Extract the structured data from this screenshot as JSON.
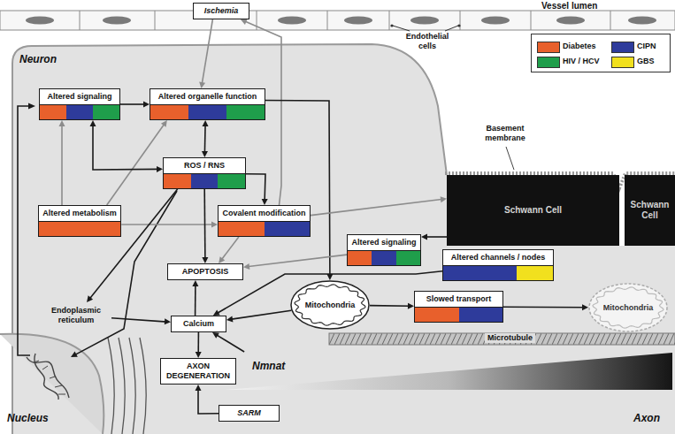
{
  "diagram": {
    "nodes": [
      {
        "text": [
          "Ischemia"
        ]
      },
      {
        "text": [
          "Altered signaling"
        ]
      },
      {
        "text": [
          "Altered organelle function"
        ]
      },
      {
        "text": [
          "ROS / RNS"
        ]
      },
      {
        "text": [
          "Altered metabolism"
        ]
      },
      {
        "text": [
          "Covalent modification"
        ]
      },
      {
        "text": [
          "Schwann Cell"
        ]
      },
      {
        "text": [
          "Schwann Cell"
        ]
      },
      {
        "text": [
          "Altered signaling"
        ]
      },
      {
        "text": [
          "Altered channels / nodes"
        ]
      },
      {
        "text": [
          "APOPTOSIS"
        ]
      },
      {
        "text": [
          "Mitochondria"
        ]
      },
      {
        "text": [
          "Slowed transport"
        ]
      },
      {
        "text": [
          "Mitochondria"
        ]
      },
      {
        "text": [
          "Endoplasmic reticulum"
        ]
      },
      {
        "text": [
          "Calcium"
        ]
      },
      {
        "text": [
          "AXON DEGENERATION"
        ]
      },
      {
        "text": [
          "Nmnat"
        ]
      },
      {
        "text": [
          "SARM"
        ]
      }
    ],
    "edges": [
      {
        "from": 0,
        "to": 2,
        "arrow": "to"
      },
      {
        "from": 5,
        "to": 0,
        "arrow": "to"
      },
      {
        "from": 4,
        "to": 1,
        "arrow": "to"
      },
      {
        "from": 4,
        "to": 2,
        "arrow": "to"
      },
      {
        "from": 4,
        "to": 5,
        "arrow": "to"
      },
      {
        "from": 1,
        "to": 2,
        "arrow": "to"
      },
      {
        "from": 1,
        "to": 3,
        "arrow": "both"
      },
      {
        "from": 2,
        "to": 3,
        "arrow": "both"
      },
      {
        "from": 2,
        "to": 11,
        "arrow": "to"
      },
      {
        "from": 3,
        "to": 5,
        "arrow": "to"
      },
      {
        "from": 3,
        "to": 10,
        "arrow": "to"
      },
      {
        "from": 3,
        "to": 14,
        "arrow": "to"
      },
      {
        "from": 5,
        "to": 6,
        "arrow": "to"
      },
      {
        "from": 5,
        "to": 10,
        "arrow": "to"
      },
      {
        "from": 6,
        "to": 8,
        "arrow": "to"
      },
      {
        "from": 8,
        "to": 10,
        "arrow": "to"
      },
      {
        "from": 9,
        "to": 15,
        "arrow": "to"
      },
      {
        "from": 11,
        "to": 15,
        "arrow": "to"
      },
      {
        "from": 11,
        "to": 12,
        "arrow": "to"
      },
      {
        "from": 12,
        "to": 13,
        "arrow": "to"
      },
      {
        "from": 14,
        "to": 15,
        "arrow": "to"
      },
      {
        "from": 15,
        "to": 10,
        "arrow": "to"
      },
      {
        "from": 15,
        "to": 16,
        "arrow": "to"
      },
      {
        "from": 17,
        "to": 15,
        "arrow": "to"
      },
      {
        "from": 18,
        "to": 16,
        "arrow": "to"
      }
    ],
    "labels": [
      "Vessel lumen",
      "Endothelial cells",
      "Neuron",
      "Basement membrane",
      "Microtubule",
      "Nucleus",
      "Axon"
    ],
    "legend": [
      {
        "text": "Diabetes",
        "color": "#e8602c"
      },
      {
        "text": "CIPN",
        "color": "#2e3b9b"
      },
      {
        "text": "HIV / HCV",
        "color": "#1f9e4b"
      },
      {
        "text": "GBS",
        "color": "#f1e01e"
      }
    ]
  }
}
